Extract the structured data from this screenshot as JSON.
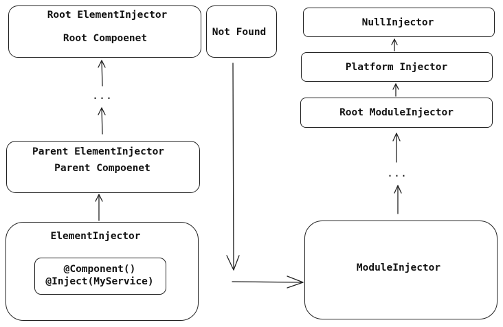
{
  "left_chain": {
    "root": {
      "title": "Root ElementInjector",
      "subtitle": "Root Compoenet"
    },
    "ellipsis": "...",
    "parent": {
      "title": "Parent ElementInjector",
      "subtitle": "Parent Compoenet"
    },
    "element": {
      "title": "ElementInjector",
      "code_line_1": "@Component()",
      "code_line_2": "@Inject(MyService)"
    }
  },
  "not_found": {
    "label": "Not Found"
  },
  "right_chain": {
    "null_injector": "NullInjector",
    "platform_injector": "Platform Injector",
    "root_module_injector": "Root ModuleInjector",
    "ellipsis": "...",
    "module_injector": "ModuleInjector"
  }
}
